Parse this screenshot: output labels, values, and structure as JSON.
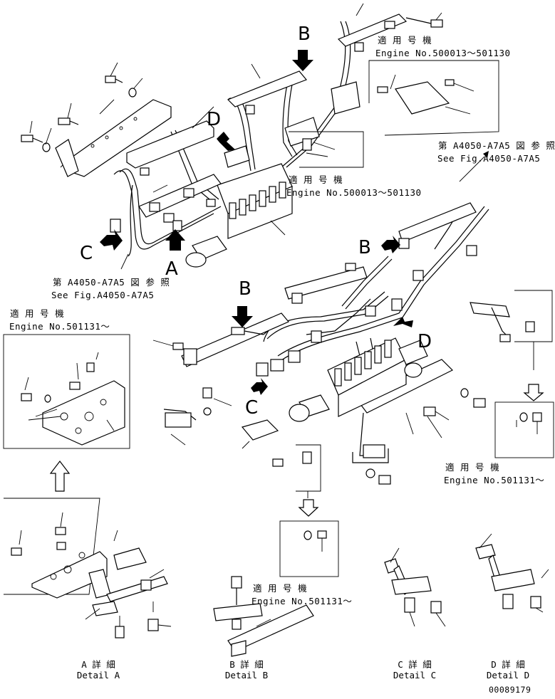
{
  "applicability": {
    "top_b": {
      "jp": "適 用 号 機",
      "en": "Engine No.500013～501130"
    },
    "mid_center": {
      "jp": "適 用 号 機",
      "en": "Engine No.500013～501130"
    },
    "left": {
      "jp": "適 用 号 機",
      "en": "Engine No.501131～"
    },
    "right_lower": {
      "jp": "適 用 号 機",
      "en": "Engine No.501131～"
    },
    "bottom_b": {
      "jp": "適 用 号 機",
      "en": "Engine No.501131～"
    }
  },
  "references": {
    "upper_right": {
      "jp": "第 A4050-A7A5 図 参 照",
      "en": "See Fig.A4050-A7A5"
    },
    "lower_left": {
      "jp": "第 A4050-A7A5 図 参 照",
      "en": "See Fig.A4050-A7A5"
    }
  },
  "callouts": {
    "b_top": "B",
    "d_top": "D",
    "c_top": "C",
    "a_top": "A",
    "b_mid_right": "B",
    "b_mid": "B",
    "c_mid": "C",
    "d_mid": "D"
  },
  "details": [
    {
      "jp": "A 詳 細",
      "en": "Detail A"
    },
    {
      "jp": "B 詳 細",
      "en": "Detail B"
    },
    {
      "jp": "C 詳 細",
      "en": "Detail C"
    },
    {
      "jp": "D 詳 細",
      "en": "Detail D"
    }
  ],
  "drawing_number": "00089179"
}
